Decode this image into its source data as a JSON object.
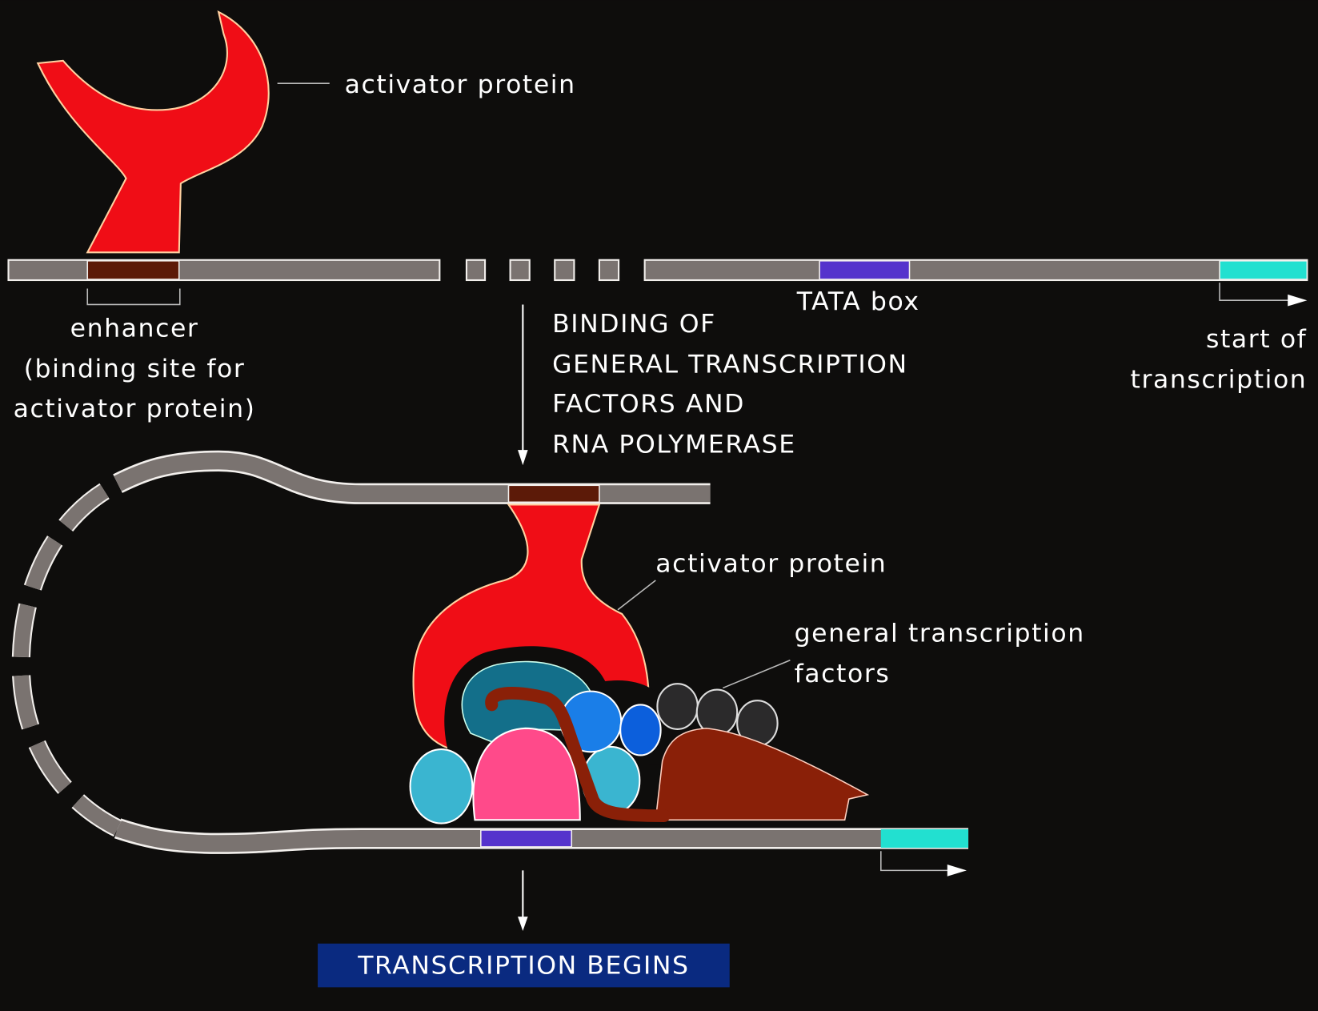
{
  "labels": {
    "activator_top": "activator protein",
    "enhancer": [
      "enhancer",
      "(binding site for",
      "activator protein)"
    ],
    "tata_box": "TATA box",
    "start": [
      "start of",
      "transcription"
    ],
    "step": [
      "BINDING OF",
      "GENERAL TRANSCRIPTION",
      "FACTORS AND",
      "RNA POLYMERASE"
    ],
    "activator_bottom": "activator protein",
    "gtf": [
      "general transcription",
      "factors"
    ],
    "result": "TRANSCRIPTION BEGINS"
  },
  "colors": {
    "background": "#0e0d0c",
    "dna": "#7a7370",
    "enhancer": "#5c1a08",
    "tata_box": "#5533cc",
    "start_site": "#22e0d0",
    "activator_protein": "#f00d16",
    "rna_polymerase": "#8a2008",
    "banner": "#0a2a80"
  }
}
